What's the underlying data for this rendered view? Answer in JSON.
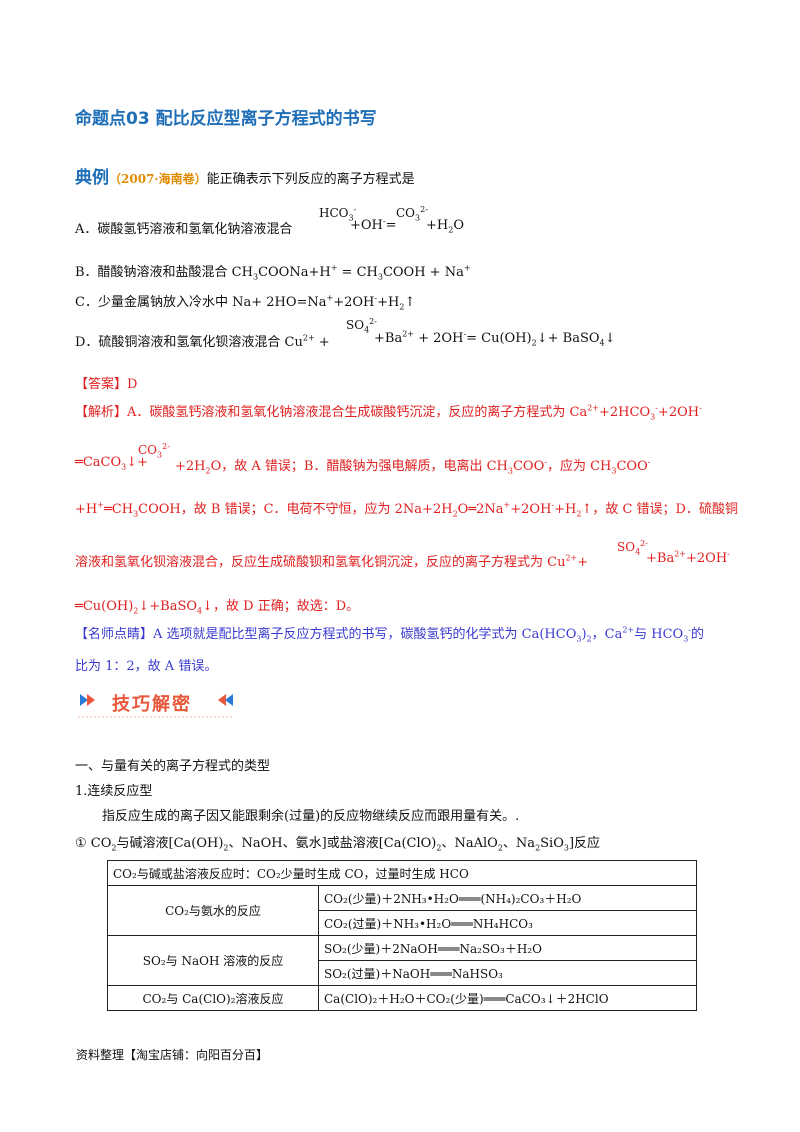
{
  "title": "命题点03  配比反应型离子方程式的书写",
  "example": {
    "tag": "典例",
    "source": "（2007·海南卷）",
    "question": "能正确表示下列反应的离子方程式是"
  },
  "options": {
    "a_text": "A．碳酸氢钙溶液和氢氧化钠溶液混合",
    "a_hco3": "HCO",
    "a_co3": "CO",
    "a_mid": "+OH",
    "a_eq": "=",
    "a_tail": "+H",
    "a_tail2": "O",
    "b": "B．醋酸钠溶液和盐酸混合 CH",
    "b_rest": "COONa+H",
    "b_rest2": " = CH",
    "b_rest3": "COOH + Na",
    "c": "C．少量金属钠放入冷水中 Na+ 2H",
    "c_rest": "O=Na",
    "c_rest2": "+2OH",
    "c_rest3": "+H",
    "c_arrow": "↑",
    "d": "D．硫酸铜溶液和氢氧化钡溶液混合 Cu",
    "d_plus": " +",
    "d_so4": "SO",
    "d_rest": "+Ba",
    "d_rest2": " + 2OH",
    "d_rest3": "= Cu(OH)",
    "d_rest4": "↓+ BaSO",
    "d_rest5": "↓"
  },
  "answer": "【答案】D",
  "analysis": {
    "l1": "【解析】A．碳酸氢钙溶液和氢氧化钠溶液混合生成碳酸钙沉淀，反应的离子方程式为 Ca",
    "l1b": "+2HCO",
    "l1c": "+2OH",
    "l2a": "═CaCO",
    "l2b": "↓+",
    "l2co3": "CO",
    "l2c": "+2H",
    "l2d": "O，故 A 错误；B．醋酸钠为强电解质，电离出 CH",
    "l2e": "COO",
    "l2f": "，应为 CH",
    "l2g": "COO",
    "l3a": "+H",
    "l3b": "═CH",
    "l3c": "COOH，故 B 错误；C．电荷不守恒，应为 2Na+2H",
    "l3d": "O═2Na",
    "l3e": "+2OH",
    "l3f": "+H",
    "l3g": "↑，故 C 错误；D．硫酸铜",
    "l4a": "溶液和氢氧化钡溶液混合，反应生成硫酸钡和氢氧化铜沉淀，反应的离子方程式为 Cu",
    "l4b": "+",
    "l4so4": "SO",
    "l4c": "+Ba",
    "l4d": "+2OH",
    "l5a": "═Cu(OH)",
    "l5b": "↓+BaSO",
    "l5c": "↓，故 D 正确；故选：D。"
  },
  "tip": {
    "l1a": "【名师点睛】A 选项就是配比型离子反应方程式的书写，碳酸氢钙的化学式为 Ca(HCO",
    "l1b": ")",
    "l1c": "，Ca",
    "l1d": "与 HCO",
    "l1e": "的",
    "l2": "比为 1：2，故 A 错误。"
  },
  "banner": "技巧解密",
  "section": {
    "heading": "一、与量有关的离子方程式的类型",
    "sub1": "1.连续反应型",
    "desc": "指反应生成的离子因又能跟剩余(过量)的反应物继续反应而跟用量有关。.",
    "item1": "① CO",
    "item1b": "与碱溶液[Ca(OH)",
    "item1c": "、NaOH、氨水]或盐溶液[Ca(ClO)",
    "item1d": "、NaAlO",
    "item1e": "、Na",
    "item1f": "SiO",
    "item1g": "]反应"
  },
  "table": {
    "header": "CO₂与碱或盐溶液反应时：CO₂少量时生成 CO，过量时生成 HCO",
    "rows": [
      {
        "label": "CO₂与氨水的反应",
        "r1": "CO₂(少量)＋2NH₃•H₂O═══(NH₄)₂CO₃＋H₂O",
        "r2": "CO₂(过量)＋NH₃•H₂O═══NH₄HCO₃"
      },
      {
        "label": "SO₂与 NaOH 溶液的反应",
        "r1": "SO₂(少量)＋2NaOH═══Na₂SO₃＋H₂O",
        "r2": "SO₂(过量)＋NaOH═══NaHSO₃"
      },
      {
        "label": "CO₂与 Ca(ClO)₂溶液反应",
        "r1": "Ca(ClO)₂＋H₂O＋CO₂(少量)═══CaCO₃↓＋2HClO"
      }
    ]
  },
  "footer": "资料整理【淘宝店铺：向阳百分百】"
}
